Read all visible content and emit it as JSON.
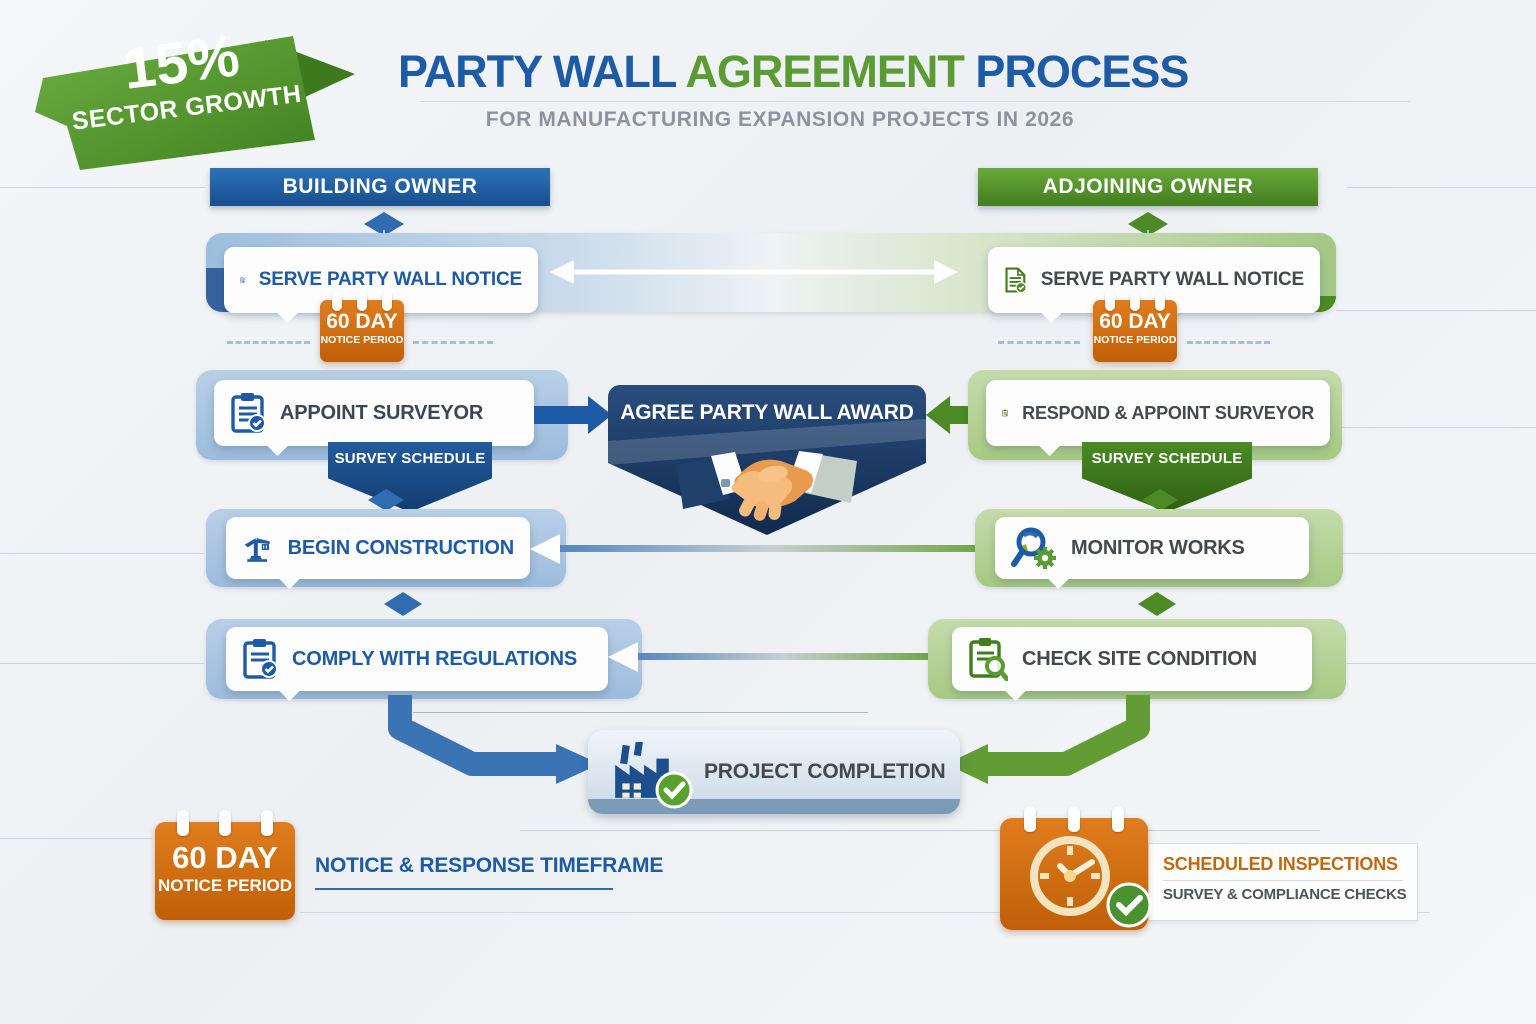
{
  "header": {
    "badge": {
      "value": "15%",
      "label": "SECTOR GROWTH"
    },
    "title": {
      "part1": "PARTY WALL ",
      "part2": "AGREEMENT",
      "part3": " PROCESS"
    },
    "subtitle": "FOR MANUFACTURING EXPANSION PROJECTS IN 2026"
  },
  "columns": {
    "building_owner": {
      "header": "BUILDING OWNER",
      "step1": "SERVE PARTY WALL NOTICE",
      "notice_badge": {
        "line1": "60 DAY",
        "line2": "NOTICE PERIOD"
      },
      "step2": "APPOINT SURVEYOR",
      "ribbon": "SURVEY SCHEDULE",
      "step3": "BEGIN CONSTRUCTION",
      "step4": "COMPLY WITH REGULATIONS"
    },
    "adjoining_owner": {
      "header": "ADJOINING OWNER",
      "step1": "SERVE PARTY WALL NOTICE",
      "notice_badge": {
        "line1": "60 DAY",
        "line2": "NOTICE PERIOD"
      },
      "step2": "RESPOND & APPOINT SURVEYOR",
      "ribbon": "SURVEY SCHEDULE",
      "step3": "MONITOR WORKS",
      "step4": "CHECK SITE CONDITION"
    }
  },
  "center": {
    "award": "AGREE PARTY WALL AWARD",
    "completion": "PROJECT COMPLETION"
  },
  "legend": {
    "timeframe": {
      "badge_line1": "60 DAY",
      "badge_line2": "NOTICE PERIOD",
      "label": "NOTICE & RESPONSE TIMEFRAME"
    },
    "inspections": {
      "title": "SCHEDULED INSPECTIONS",
      "subtitle": "SURVEY & COMPLIANCE CHECKS"
    }
  },
  "colors": {
    "blue": "#1d5ba6",
    "green": "#5a9b34",
    "orange": "#d06a12",
    "navy": "#17345a",
    "text_dark": "#45494e"
  }
}
